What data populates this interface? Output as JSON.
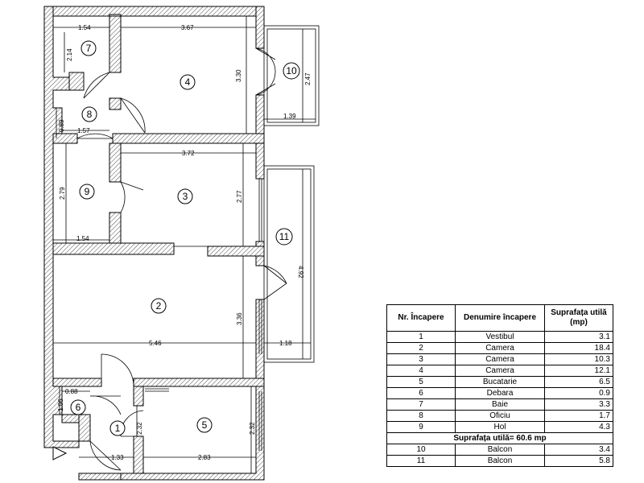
{
  "rooms": [
    {
      "num": "1"
    },
    {
      "num": "2"
    },
    {
      "num": "3"
    },
    {
      "num": "4"
    },
    {
      "num": "5"
    },
    {
      "num": "6"
    },
    {
      "num": "7"
    },
    {
      "num": "8"
    },
    {
      "num": "9"
    },
    {
      "num": "10"
    },
    {
      "num": "11"
    }
  ],
  "dimensions": {
    "d154a": "1.54",
    "d214": "2.14",
    "d367": "3.67",
    "d330": "3.30",
    "d247": "2.47",
    "d139": "1.39",
    "d089": "0.89",
    "d157": "1.57",
    "d372": "3.72",
    "d279": "2.79",
    "d277": "2.77",
    "d154b": "1.54",
    "d492": "4.92",
    "d336": "3.36",
    "d546": "5.46",
    "d118": "1.18",
    "d088": "0.88",
    "d106": "1.06",
    "d232a": "2.32",
    "d232b": "2.32",
    "d133": "1.33",
    "d283": "2.83"
  },
  "table": {
    "headers": [
      "Nr. Încapere",
      "Denumire încapere",
      "Suprafața utilă (mp)"
    ],
    "rows": [
      {
        "nr": "1",
        "name": "Vestibul",
        "area": "3.1"
      },
      {
        "nr": "2",
        "name": "Camera",
        "area": "18.4"
      },
      {
        "nr": "3",
        "name": "Camera",
        "area": "10.3"
      },
      {
        "nr": "4",
        "name": "Camera",
        "area": "12.1"
      },
      {
        "nr": "5",
        "name": "Bucatarie",
        "area": "6.5"
      },
      {
        "nr": "6",
        "name": "Debara",
        "area": "0.9"
      },
      {
        "nr": "7",
        "name": "Baie",
        "area": "3.3"
      },
      {
        "nr": "8",
        "name": "Oficiu",
        "area": "1.7"
      },
      {
        "nr": "9",
        "name": "Hol",
        "area": "4.3"
      }
    ],
    "summary": "Suprafața utilă= 60.6 mp",
    "balcony_rows": [
      {
        "nr": "10",
        "name": "Balcon",
        "area": "3.4"
      },
      {
        "nr": "11",
        "name": "Balcon",
        "area": "5.8"
      }
    ]
  }
}
